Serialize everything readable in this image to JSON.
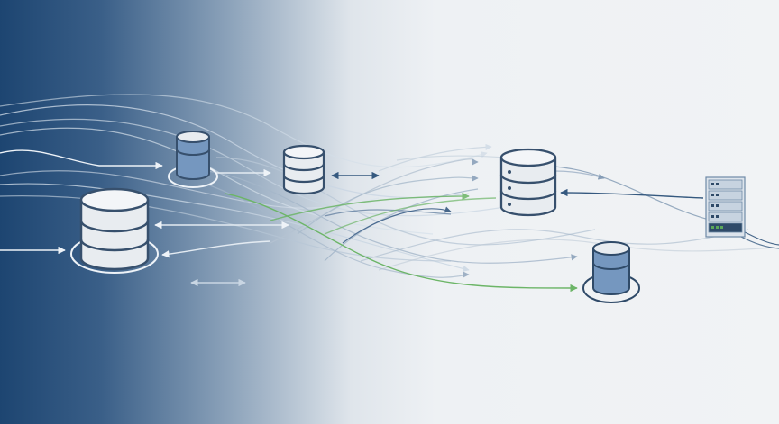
{
  "diagram": {
    "nodes": [
      {
        "id": "db-large-left",
        "kind": "database",
        "style": "outline",
        "layers": 3,
        "ring": true
      },
      {
        "id": "db-small-top-left",
        "kind": "database",
        "style": "filled",
        "layers": 1,
        "ring": true
      },
      {
        "id": "db-middle",
        "kind": "database",
        "style": "outline",
        "layers": 3,
        "ring": false
      },
      {
        "id": "db-right-stack",
        "kind": "database",
        "style": "outline",
        "layers": 3,
        "ring": false,
        "indicators": true
      },
      {
        "id": "db-blue-bottom-right",
        "kind": "database",
        "style": "filled",
        "layers": 1,
        "ring": true
      },
      {
        "id": "server-rack",
        "kind": "server",
        "units": 5
      }
    ],
    "edges": [
      {
        "from": "left-edge",
        "to": "db-large-left",
        "color": "slate"
      },
      {
        "from": "left-edge",
        "to": "db-small-top-left",
        "color": "slate"
      },
      {
        "from": "db-large-left",
        "to": "flow",
        "color": "light",
        "bidirectional": true
      },
      {
        "from": "db-middle",
        "to": "flow",
        "color": "navy",
        "bidirectional": true
      },
      {
        "from": "flow",
        "to": "db-right-stack",
        "color": "green"
      },
      {
        "from": "flow",
        "to": "db-blue-bottom-right",
        "color": "green"
      },
      {
        "from": "server-rack",
        "to": "db-right-stack",
        "color": "navy"
      },
      {
        "from": "flow",
        "to": "upper-right",
        "color": "light"
      }
    ]
  },
  "colors": {
    "background_dark": "#1d4571",
    "background_mid": "#6f8aa7",
    "background_light": "#eef1f4",
    "line_light": "#c9d6e3",
    "line_slate": "#7e97b2",
    "line_navy": "#35597f",
    "accent_green": "#6cb567",
    "db_outline": "#37506d",
    "db_fill": "#e8ecf0",
    "db_blue_fill": "#7597bf",
    "server_fill": "#dde4ec",
    "status_green": "#5ba85a"
  }
}
